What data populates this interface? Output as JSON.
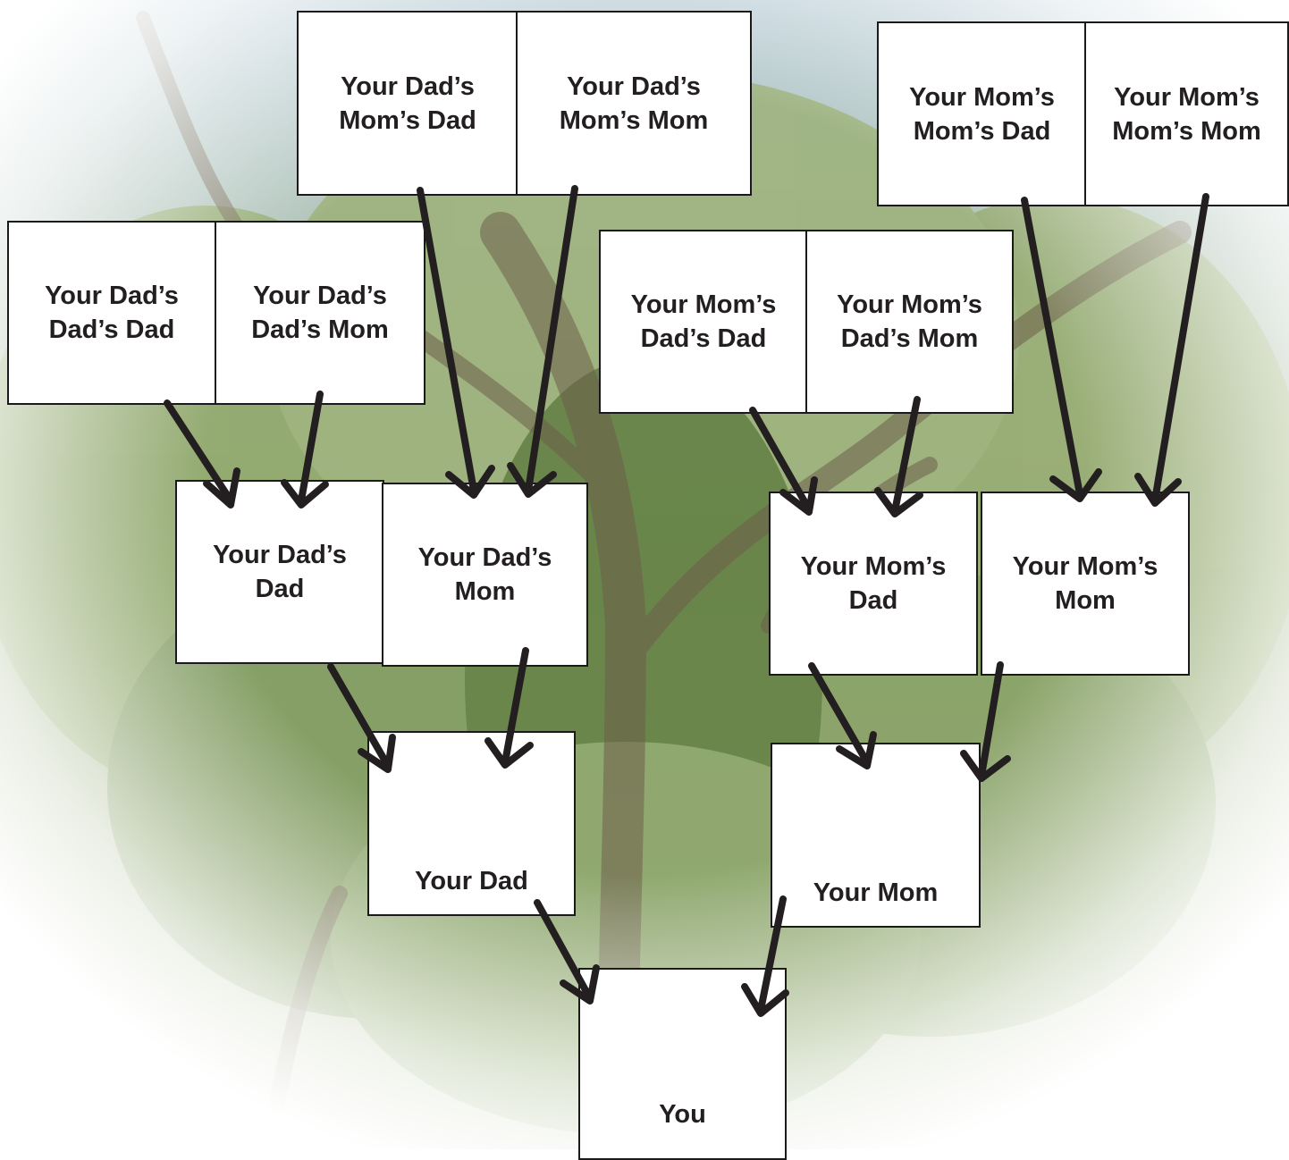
{
  "colors": {
    "box_fill": "#ffffff",
    "box_border": "#1a1a1a",
    "text": "#231f20",
    "arrow": "#231f20"
  },
  "people": {
    "you": "You",
    "dad": "Your Dad",
    "mom": "Your Mom",
    "dads_dad": "Your Dad’s\nDad",
    "dads_mom": "Your Dad’s\nMom",
    "moms_dad": "Your Mom’s\nDad",
    "moms_mom": "Your Mom’s\nMom",
    "dads_dads_dad": "Your Dad’s\nDad’s Dad",
    "dads_dads_mom": "Your Dad’s\nDad’s Mom",
    "dads_moms_dad": "Your Dad’s\nMom’s Dad",
    "dads_moms_mom": "Your Dad’s\nMom’s Mom",
    "moms_dads_dad": "Your Mom’s\nDad’s Dad",
    "moms_dads_mom": "Your Mom’s\nDad’s Mom",
    "moms_moms_dad": "Your Mom’s\nMom’s Dad",
    "moms_moms_mom": "Your Mom’s\nMom’s Mom"
  }
}
